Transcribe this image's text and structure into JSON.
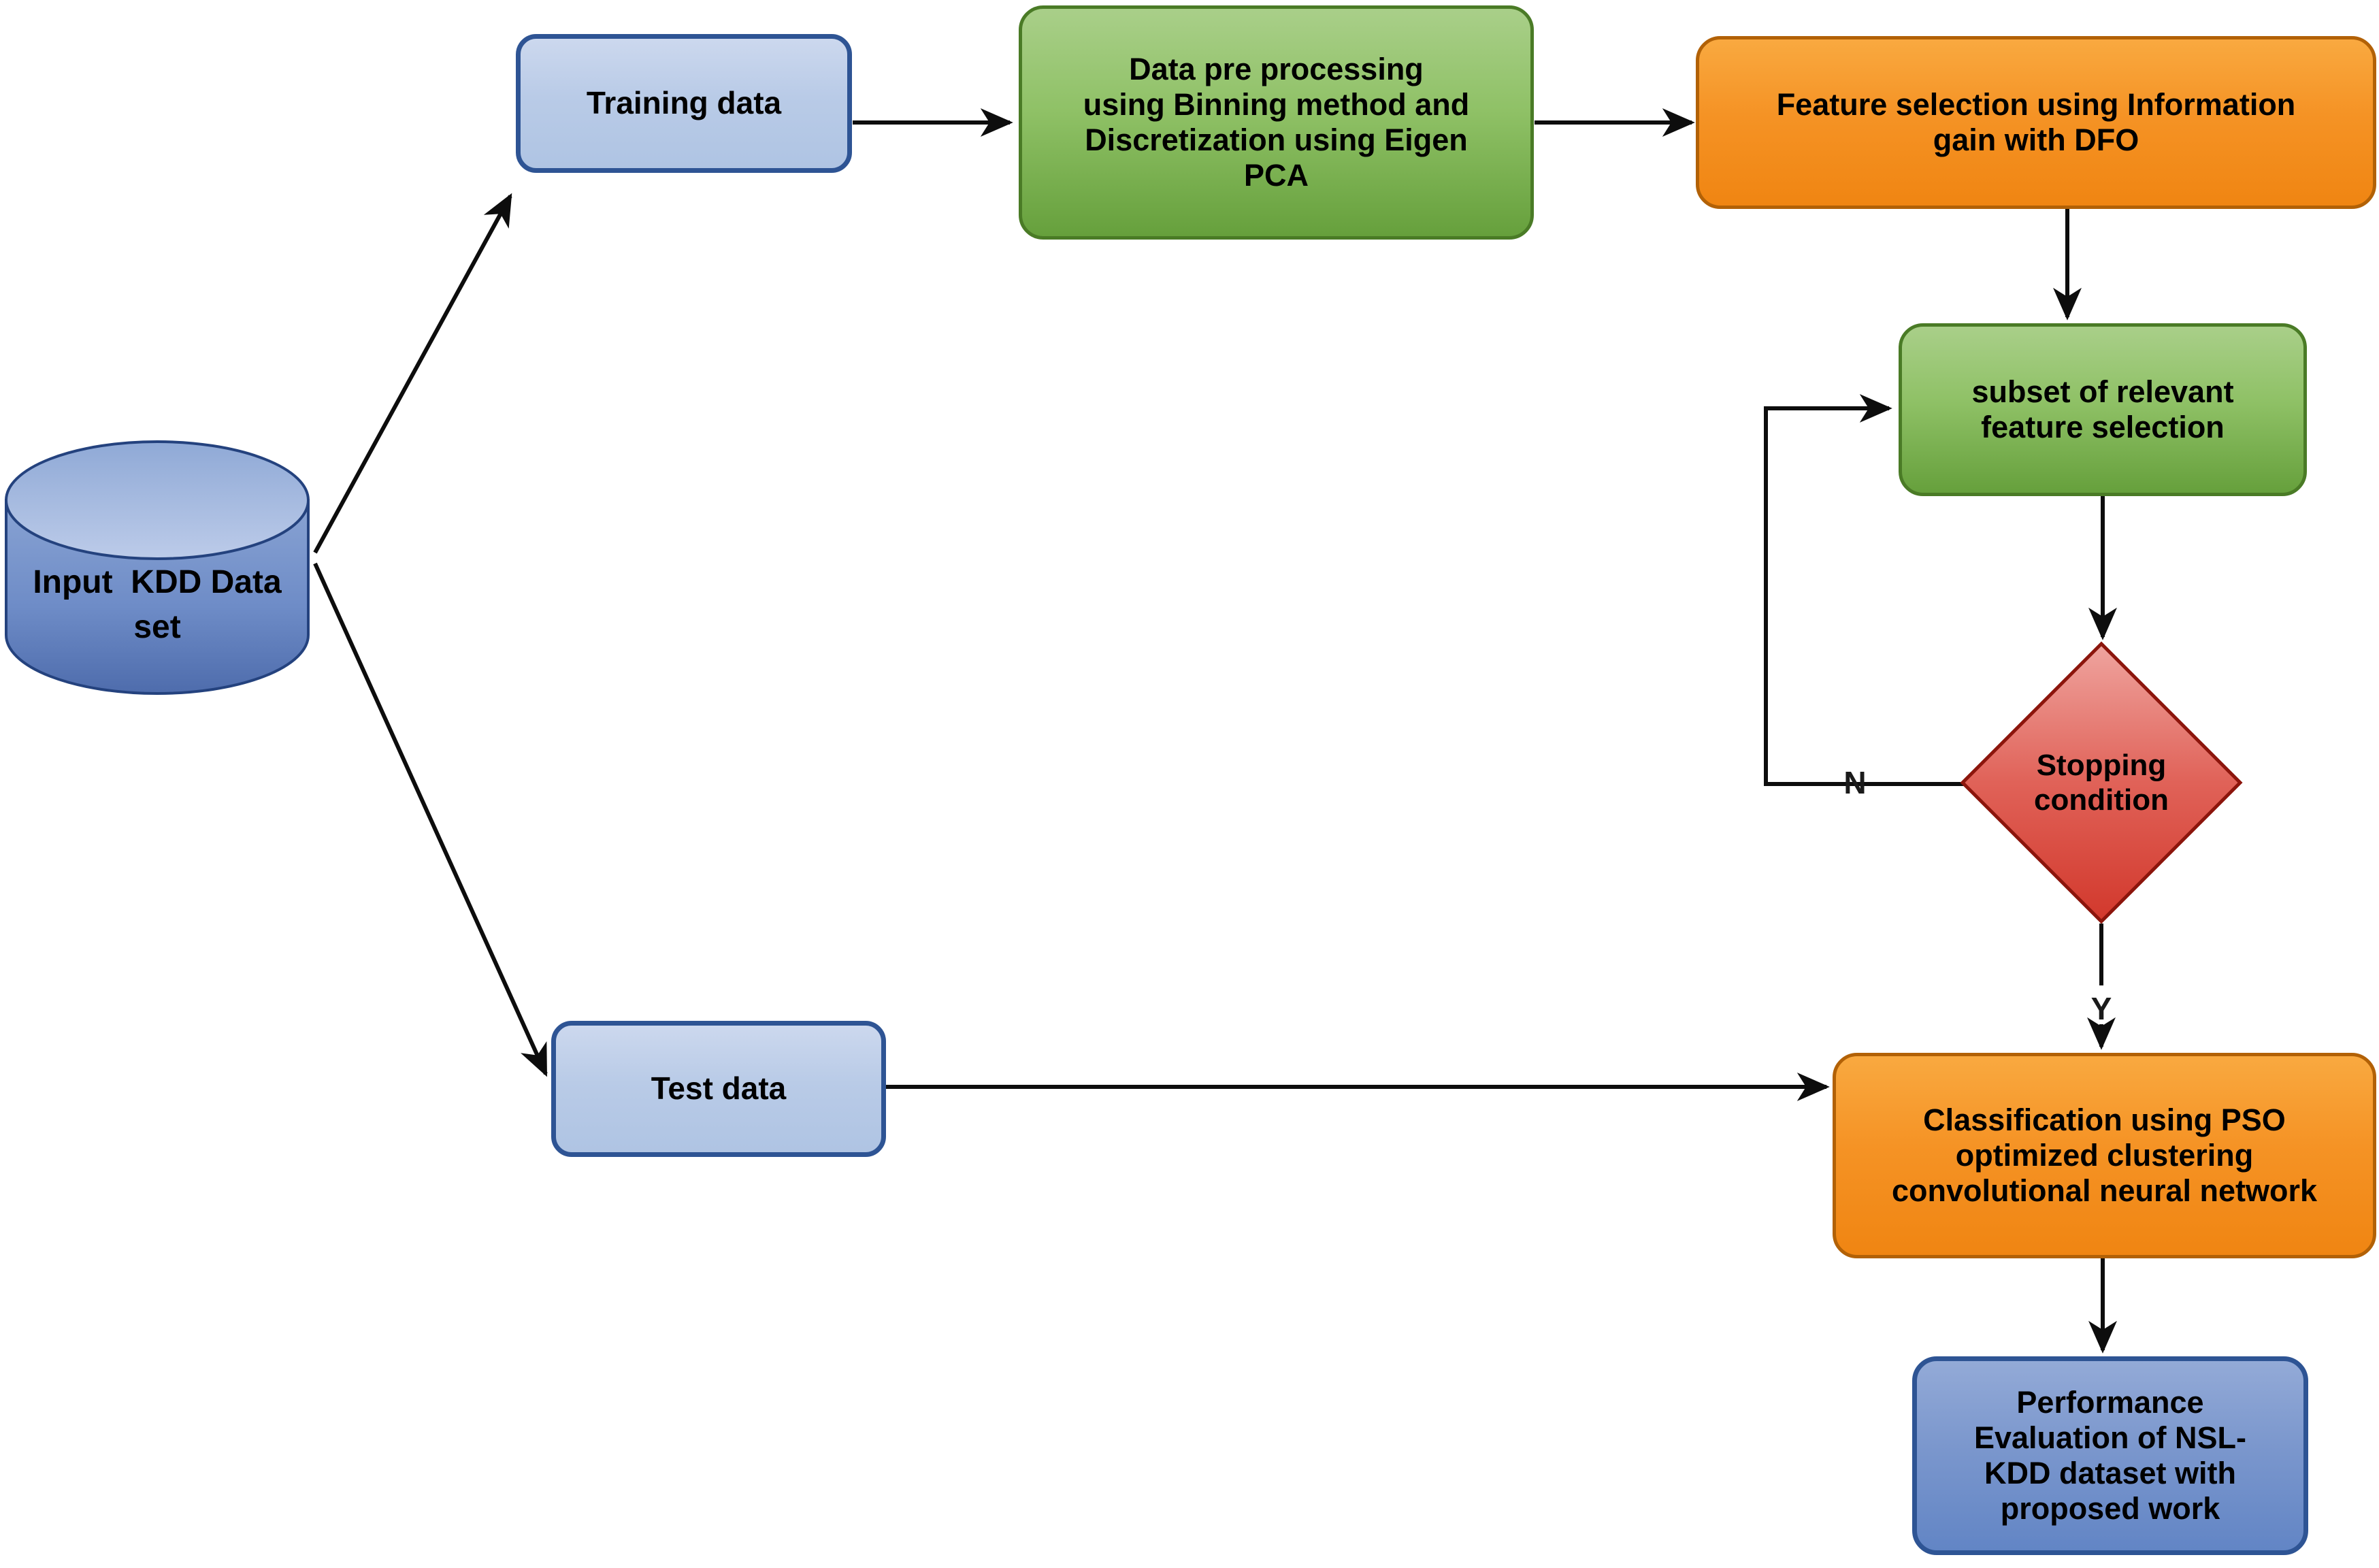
{
  "diagram": {
    "title": "KDD intrusion detection flowchart",
    "nodes": {
      "input": {
        "label": "Input  KDD Data\nset",
        "shape": "cylinder",
        "color_name": "blue-database"
      },
      "training": {
        "label": "Training data",
        "shape": "rounded-rect",
        "color_name": "light-blue"
      },
      "preprocess": {
        "label": "Data pre processing\nusing Binning method and\nDiscretization using Eigen\nPCA",
        "shape": "rounded-rect",
        "color_name": "green"
      },
      "feature": {
        "label": "Feature selection using Information\ngain with DFO",
        "shape": "rounded-rect",
        "color_name": "orange"
      },
      "subset": {
        "label": "subset of relevant\nfeature selection",
        "shape": "rounded-rect",
        "color_name": "green"
      },
      "stopping": {
        "label": "Stopping\ncondition",
        "shape": "diamond",
        "color_name": "red"
      },
      "test": {
        "label": "Test data",
        "shape": "rounded-rect",
        "color_name": "light-blue"
      },
      "classification": {
        "label": "Classification using PSO\noptimized clustering\nconvolutional neural network",
        "shape": "rounded-rect",
        "color_name": "orange"
      },
      "performance": {
        "label": "Performance\nEvaluation of NSL-\nKDD dataset with\nproposed work",
        "shape": "rounded-rect",
        "color_name": "navy-blue"
      }
    },
    "edge_labels": {
      "no": "N",
      "yes": "Y"
    },
    "colors": {
      "arrow": "#0d0d0d",
      "light_blue_fill": "#b9cbe7",
      "light_blue_border": "#2e5494",
      "green_fill": "#8fc166",
      "green_border": "#4a7b26",
      "orange_fill": "#f59325",
      "orange_border": "#b26106",
      "red_fill": "#dd5348",
      "red_border": "#8c150c",
      "navy_fill": "#7b97cd",
      "navy_border": "#2e5494",
      "cylinder_fill": "#6e8cc7",
      "cylinder_border": "#24427e",
      "text": "#000000"
    }
  }
}
